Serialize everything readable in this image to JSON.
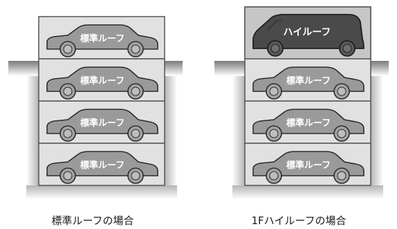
{
  "left_system": {
    "caption": "標準ルーフの場合",
    "levels": [
      "標準ルーフ",
      "標準ルーフ",
      "標準ルーフ",
      "標準ルーフ"
    ]
  },
  "right_system": {
    "caption": "1Fハイルーフの場合",
    "levels": [
      "ハイルーフ",
      "標準ルーフ",
      "標準ルーフ",
      "標準ルーフ"
    ]
  }
}
